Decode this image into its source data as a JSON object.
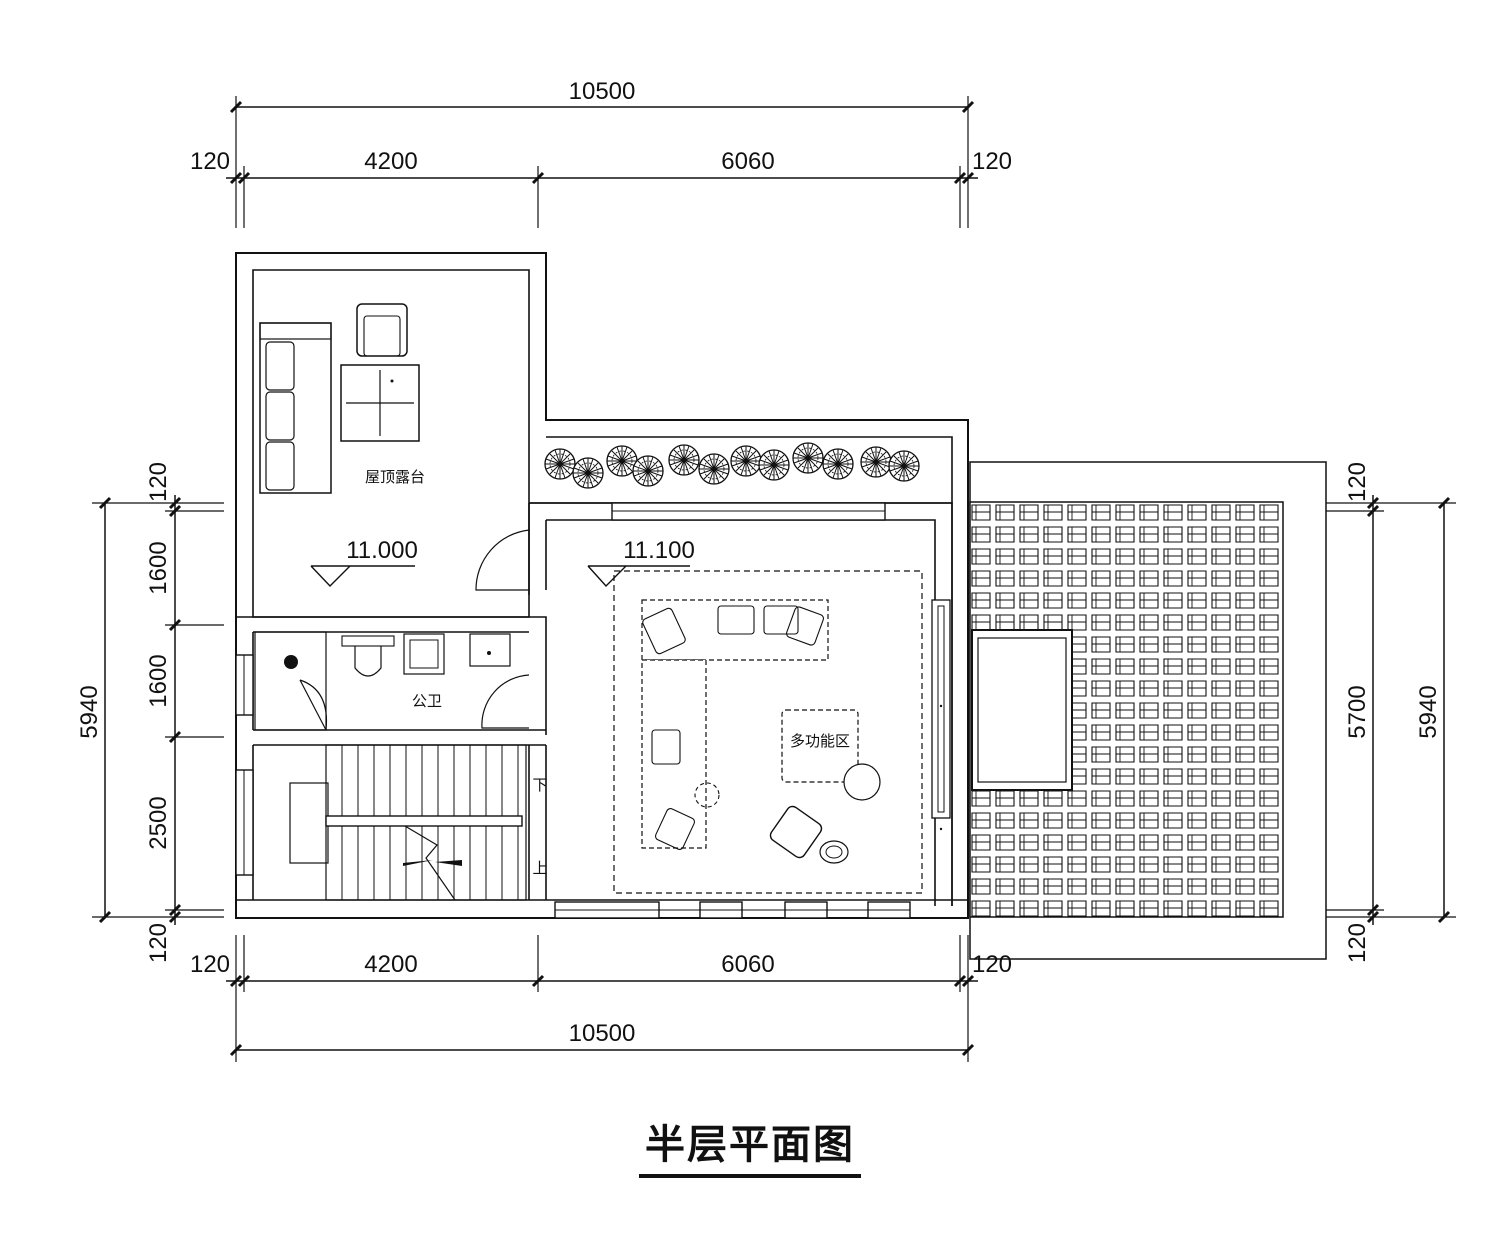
{
  "title": "半层平面图",
  "dimensions": {
    "top_overall": "10500",
    "top_left_wall": "120",
    "top_seg_1": "4200",
    "top_seg_2": "6060",
    "top_right_wall": "120",
    "bottom_overall": "10500",
    "bottom_left_wall": "120",
    "bottom_seg_1": "4200",
    "bottom_seg_2": "6060",
    "bottom_right_wall": "120",
    "left_overall": "5940",
    "left_top_wall": "120",
    "left_seg_1": "1600",
    "left_seg_2": "1600",
    "left_seg_3": "2500",
    "left_bottom_wall": "120",
    "right_overall": "5940",
    "right_inner": "5700",
    "right_top_wall": "120",
    "right_bottom_wall": "120"
  },
  "levels": {
    "terrace": "11.000",
    "multi_room": "11.100"
  },
  "rooms": {
    "terrace": "屋顶露台",
    "bathroom": "公卫",
    "multi_function": "多功能区"
  },
  "stairs": {
    "down": "下",
    "up": "上"
  }
}
